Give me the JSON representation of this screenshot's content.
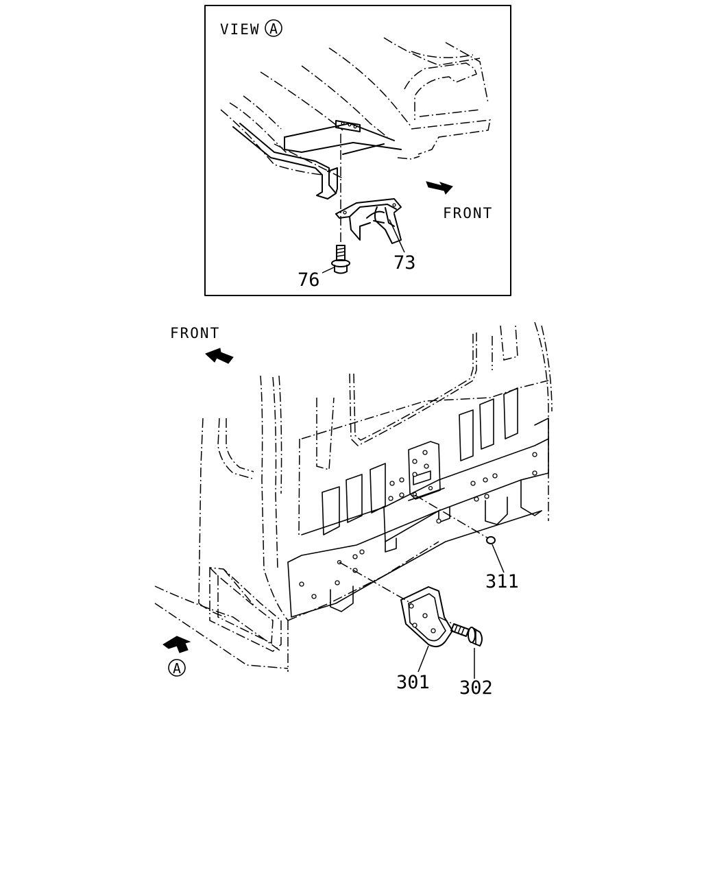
{
  "view_inset": {
    "view_title": "VIEW",
    "view_letter": "A",
    "front_label": "FRONT",
    "callouts": [
      "73",
      "76"
    ]
  },
  "main_view": {
    "front_label": "FRONT",
    "view_marker": "A",
    "callouts": [
      "311",
      "301",
      "302"
    ]
  }
}
